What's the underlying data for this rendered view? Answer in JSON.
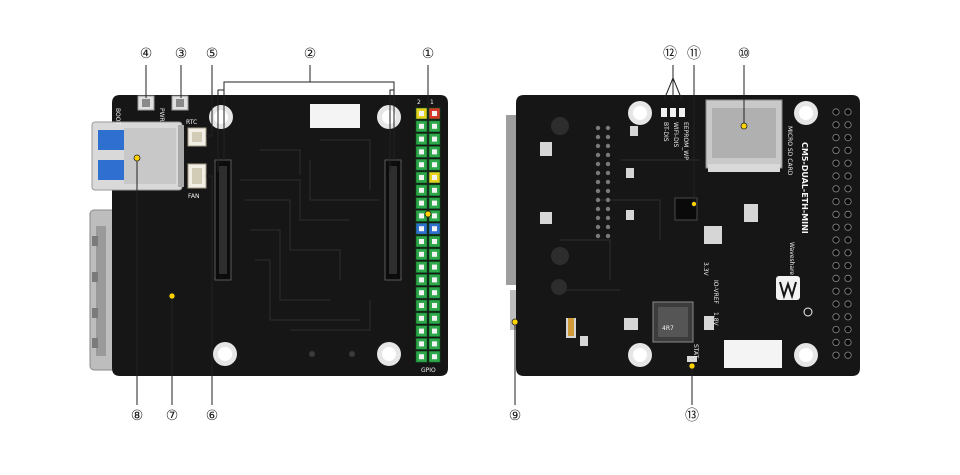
{
  "colors": {
    "pcb": "#161616",
    "pcb_trace": "#262626",
    "silkscreen": "#f2f2f2",
    "header_green": "#2ea84a",
    "header_red": "#d63a2a",
    "header_yellow": "#e6d21e",
    "header_blue": "#2f6fd0",
    "callout_line": "#222222"
  },
  "callouts": [
    {
      "id": 1,
      "label": "①"
    },
    {
      "id": 2,
      "label": "②"
    },
    {
      "id": 3,
      "label": "③"
    },
    {
      "id": 4,
      "label": "④"
    },
    {
      "id": 5,
      "label": "⑤"
    },
    {
      "id": 6,
      "label": "⑥"
    },
    {
      "id": 7,
      "label": "⑦"
    },
    {
      "id": 8,
      "label": "⑧"
    },
    {
      "id": 9,
      "label": "⑨"
    },
    {
      "id": 10,
      "label": "⑩"
    },
    {
      "id": 11,
      "label": "⑪"
    },
    {
      "id": 12,
      "label": "⑫"
    },
    {
      "id": 13,
      "label": "⑬"
    }
  ],
  "front_board": {
    "silkscreen": {
      "boot": "BOOT",
      "pwr": "PWR",
      "rtc": "RTC",
      "fan": "FAN",
      "gpio": "GPIO",
      "pin_1": "1",
      "pin_2": "2"
    }
  },
  "back_board": {
    "silkscreen": {
      "product_name": "CM5-DUAL-ETH-MINI",
      "brand": "Waveshare",
      "micro_sd": "MICRO SD CARD",
      "bt_dis": "BT-DIS",
      "wifi_dis": "WIFI-DIS",
      "eeprom_wp": "EEPROM_WP",
      "inductor": "4R7",
      "io_vref": "IO-VREF",
      "v33": "3.3V",
      "v18": "1.8V",
      "stat": "STAT"
    }
  }
}
